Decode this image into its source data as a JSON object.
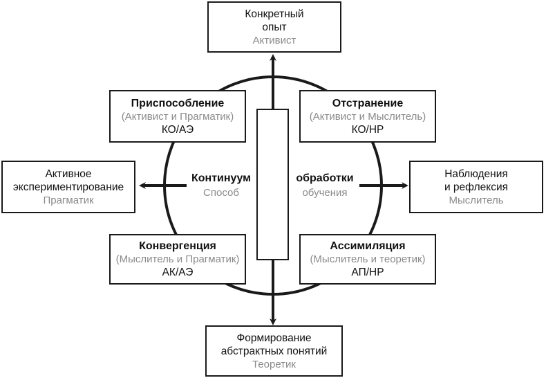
{
  "top": {
    "line1": "Конкретный",
    "line2": "опыт",
    "sub": "Активист"
  },
  "bottom": {
    "line1": "Формирование",
    "line2": "абстрактных понятий",
    "sub": "Теоретик"
  },
  "left": {
    "line1": "Активное",
    "line2": "экспериментирование",
    "sub": "Прагматик"
  },
  "right": {
    "line1": "Наблюдения",
    "line2": "и рефлексия",
    "sub": "Мыслитель"
  },
  "top_left": {
    "title": "Приспособление",
    "sub": "(Активист и Прагматик)",
    "code": "КО/АЭ"
  },
  "top_right": {
    "title": "Отстранение",
    "sub": "(Активист и Мыслитель)",
    "code": "КО/НР"
  },
  "bottom_left": {
    "title": "Конвергенция",
    "sub": "(Мыслитель и Прагматик)",
    "code": "АК/АЭ"
  },
  "bottom_right": {
    "title": "Ассимиляция",
    "sub": "(Мыслитель и теоретик)",
    "code": "АП/НР"
  },
  "center_left": {
    "title": "Континуум",
    "sub": "Способ"
  },
  "center_right": {
    "title": "обработки",
    "sub": "обучения"
  },
  "colors": {
    "line": "#1a1a1a",
    "muted_text": "#8a8a8a"
  }
}
